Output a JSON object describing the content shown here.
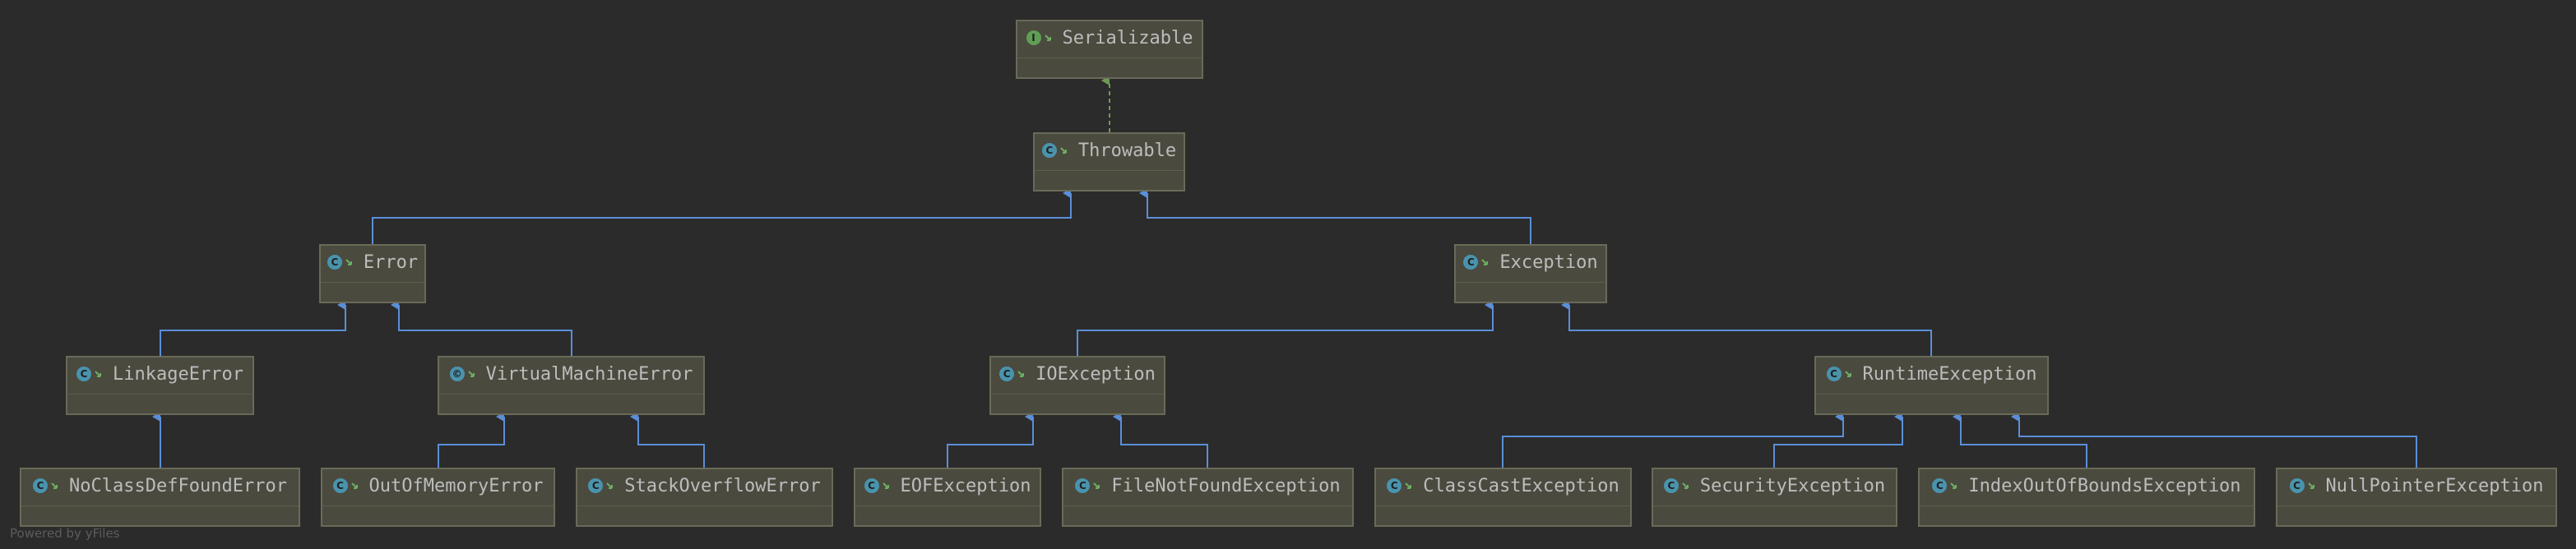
{
  "colors": {
    "background": "#2b2b2b",
    "node_fill": "#4a4a3f",
    "node_border": "#6a6a58",
    "extends_edge": "#5b8ed8",
    "implements_edge": "#6e9a55",
    "label_text": "#bcbcbc"
  },
  "nodes": [
    {
      "id": "serializable",
      "label": "Serializable",
      "kind": "interface",
      "icon": "interface-icon"
    },
    {
      "id": "throwable",
      "label": "Throwable",
      "kind": "class",
      "icon": "class-icon"
    },
    {
      "id": "error",
      "label": "Error",
      "kind": "class",
      "icon": "class-icon"
    },
    {
      "id": "exception",
      "label": "Exception",
      "kind": "class",
      "icon": "class-icon"
    },
    {
      "id": "linkage-error",
      "label": "LinkageError",
      "kind": "class",
      "icon": "class-icon"
    },
    {
      "id": "virtual-machine-error",
      "label": "VirtualMachineError",
      "kind": "abstract-class",
      "icon": "abstract-class-icon"
    },
    {
      "id": "io-exception",
      "label": "IOException",
      "kind": "class",
      "icon": "class-icon"
    },
    {
      "id": "runtime-exception",
      "label": "RuntimeException",
      "kind": "class",
      "icon": "class-icon"
    },
    {
      "id": "no-class-def-found-error",
      "label": "NoClassDefFoundError",
      "kind": "class",
      "icon": "class-icon"
    },
    {
      "id": "out-of-memory-error",
      "label": "OutOfMemoryError",
      "kind": "class",
      "icon": "class-icon"
    },
    {
      "id": "stack-overflow-error",
      "label": "StackOverflowError",
      "kind": "class",
      "icon": "class-icon"
    },
    {
      "id": "eof-exception",
      "label": "EOFException",
      "kind": "class",
      "icon": "class-icon"
    },
    {
      "id": "file-not-found-exception",
      "label": "FileNotFoundException",
      "kind": "class",
      "icon": "class-icon"
    },
    {
      "id": "class-cast-exception",
      "label": "ClassCastException",
      "kind": "class",
      "icon": "class-icon"
    },
    {
      "id": "security-exception",
      "label": "SecurityException",
      "kind": "class",
      "icon": "class-icon"
    },
    {
      "id": "index-out-of-bounds-exception",
      "label": "IndexOutOfBoundsException",
      "kind": "class",
      "icon": "class-icon"
    },
    {
      "id": "null-pointer-exception",
      "label": "NullPointerException",
      "kind": "class",
      "icon": "class-icon"
    }
  ],
  "edges": [
    {
      "from": "throwable",
      "to": "serializable",
      "type": "implements"
    },
    {
      "from": "error",
      "to": "throwable",
      "type": "extends"
    },
    {
      "from": "exception",
      "to": "throwable",
      "type": "extends"
    },
    {
      "from": "linkage-error",
      "to": "error",
      "type": "extends"
    },
    {
      "from": "virtual-machine-error",
      "to": "error",
      "type": "extends"
    },
    {
      "from": "io-exception",
      "to": "exception",
      "type": "extends"
    },
    {
      "from": "runtime-exception",
      "to": "exception",
      "type": "extends"
    },
    {
      "from": "no-class-def-found-error",
      "to": "linkage-error",
      "type": "extends"
    },
    {
      "from": "out-of-memory-error",
      "to": "virtual-machine-error",
      "type": "extends"
    },
    {
      "from": "stack-overflow-error",
      "to": "virtual-machine-error",
      "type": "extends"
    },
    {
      "from": "eof-exception",
      "to": "io-exception",
      "type": "extends"
    },
    {
      "from": "file-not-found-exception",
      "to": "io-exception",
      "type": "extends"
    },
    {
      "from": "class-cast-exception",
      "to": "runtime-exception",
      "type": "extends"
    },
    {
      "from": "security-exception",
      "to": "runtime-exception",
      "type": "extends"
    },
    {
      "from": "index-out-of-bounds-exception",
      "to": "runtime-exception",
      "type": "extends"
    },
    {
      "from": "null-pointer-exception",
      "to": "runtime-exception",
      "type": "extends"
    }
  ],
  "footer": {
    "text": "Powered by yFiles"
  }
}
